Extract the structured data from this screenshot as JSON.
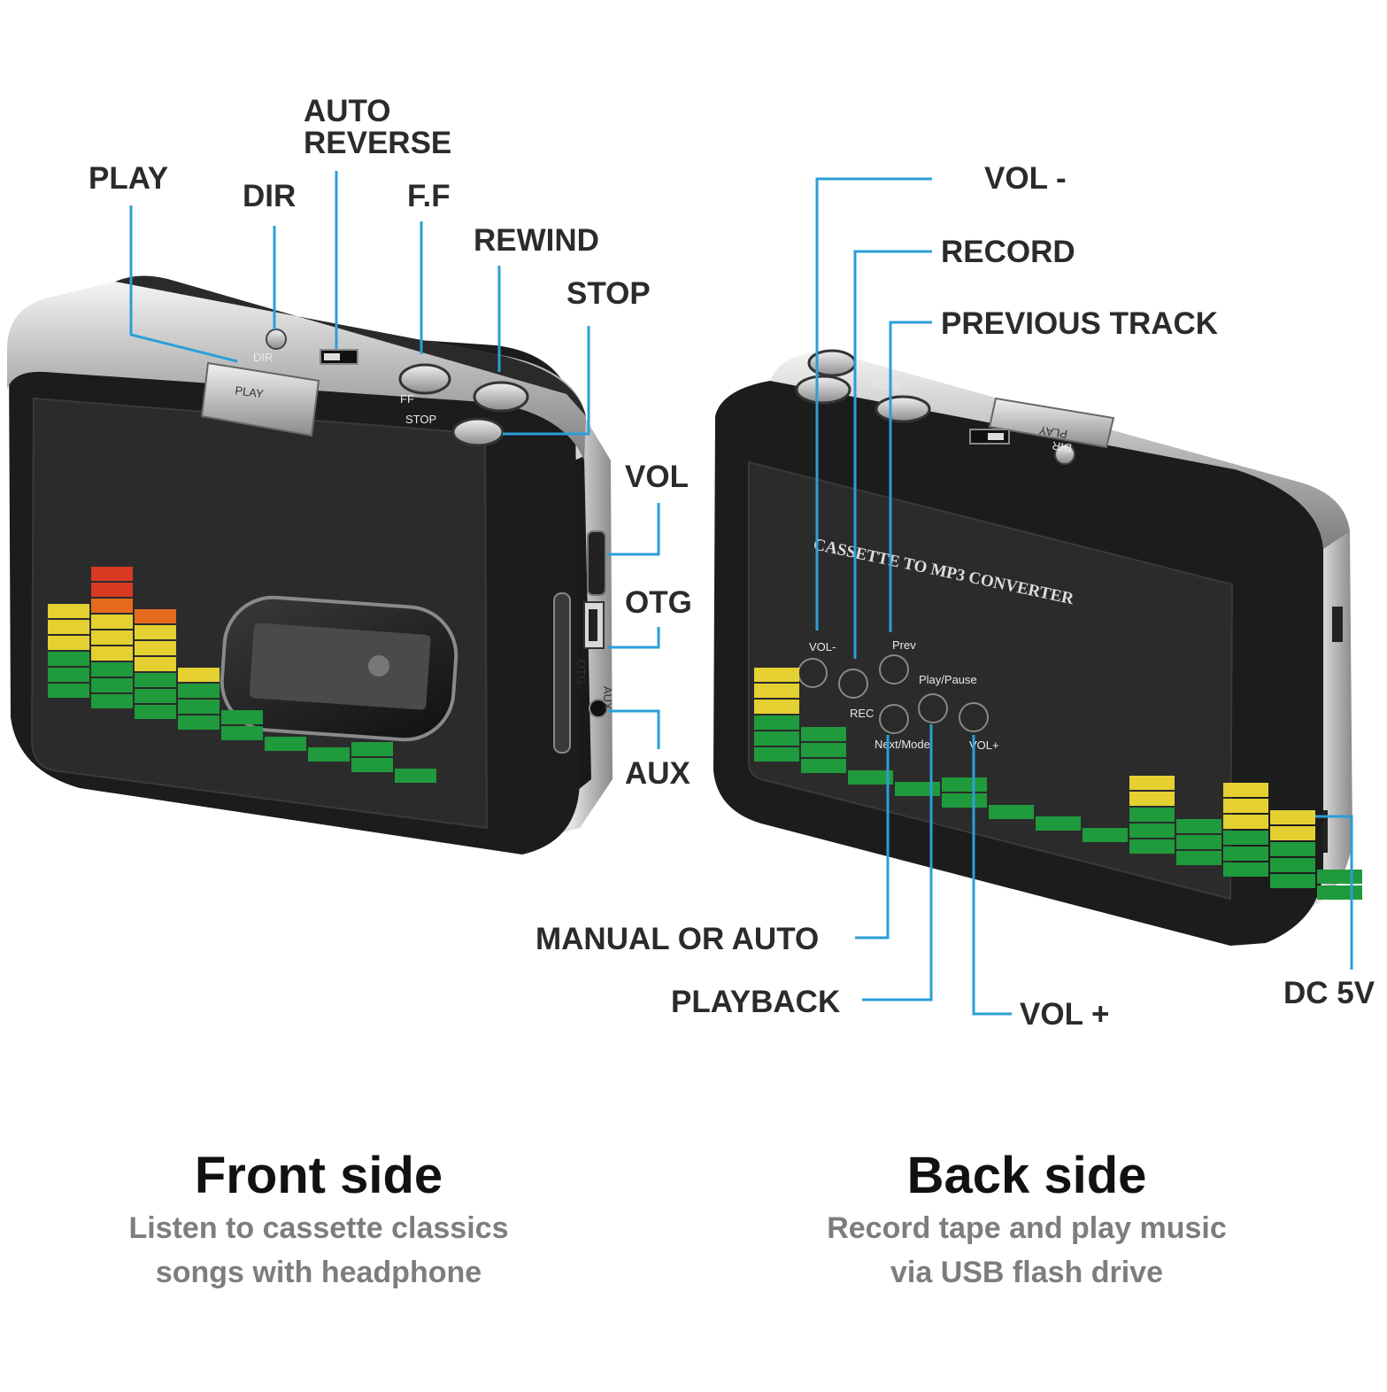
{
  "colors": {
    "leader_line": "#2b9fd8",
    "device_body": "#1c1c1c",
    "chrome": "#c9c9c9",
    "eq_red": "#d83a22",
    "eq_orange": "#e66a1c",
    "eq_yellow": "#e4d030",
    "eq_lime": "#b9cf2e",
    "eq_green": "#1f9a3c"
  },
  "front": {
    "labels": {
      "play": "PLAY",
      "dir": "DIR",
      "auto_reverse_line1": "AUTO",
      "auto_reverse_line2": "REVERSE",
      "ff": "F.F",
      "rewind": "REWIND",
      "stop": "STOP",
      "vol": "VOL",
      "otg": "OTG",
      "aux": "AUX"
    },
    "device_text": {
      "play_button": "PLAY",
      "dir": "DIR",
      "ff": "FF",
      "stop": "STOP",
      "otg": "OTG",
      "aux": "AUX"
    },
    "title": "Front side",
    "subtitle_line1": "Listen to cassette classics",
    "subtitle_line2": "songs with headphone"
  },
  "back": {
    "labels": {
      "vol_minus": "VOL -",
      "record": "RECORD",
      "previous_track": "PREVIOUS TRACK",
      "manual_or_auto": "MANUAL OR AUTO",
      "playback": "PLAYBACK",
      "vol_plus": "VOL +",
      "dc5v": "DC 5V"
    },
    "device_text": {
      "brand": "CASSETTE TO MP3 CONVERTER",
      "vol_minus": "VOL-",
      "prev": "Prev",
      "play_pause": "Play/Pause",
      "rec": "REC",
      "next_mode": "Next/Mode",
      "vol_plus": "VOL+",
      "play_button": "PLAY",
      "stop": "STOP",
      "dir": "DIR"
    },
    "title": "Back side",
    "subtitle_line1": "Record tape and play music",
    "subtitle_line2": "via USB flash drive"
  }
}
